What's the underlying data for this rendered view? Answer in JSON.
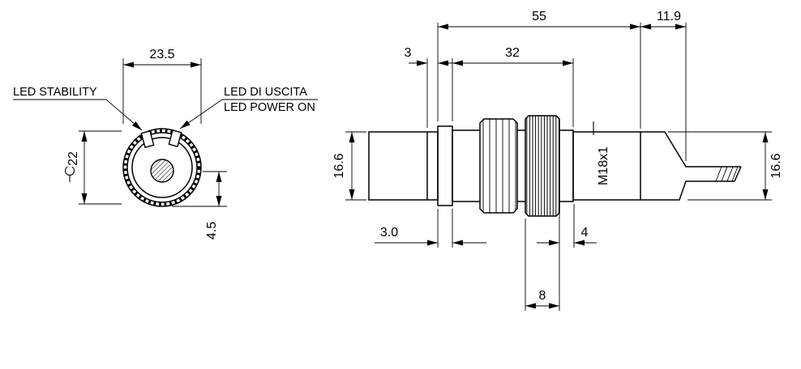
{
  "front": {
    "dim_width": "23.5",
    "dim_wrench_size": "22",
    "dim_led_offset": "4.5",
    "led_stability_label": "LED STABILITY",
    "led_output_label": "LED DI USCITA",
    "led_power_label": "LED POWER ON"
  },
  "side": {
    "dim_total_length": "55",
    "dim_connector_length": "11.9",
    "dim_head_section": "3",
    "dim_thread_length": "32",
    "dim_diameter_left": "16.6",
    "dim_diameter_right": "16.6",
    "dim_flange_width": "3.0",
    "dim_exposed_thread": "4",
    "dim_nut_width": "8",
    "thread_label": "M18x1"
  },
  "icons": {
    "wrench_size_symbol": "wrench-icon"
  },
  "colors": {
    "line": "#000000",
    "background": "#ffffff"
  }
}
